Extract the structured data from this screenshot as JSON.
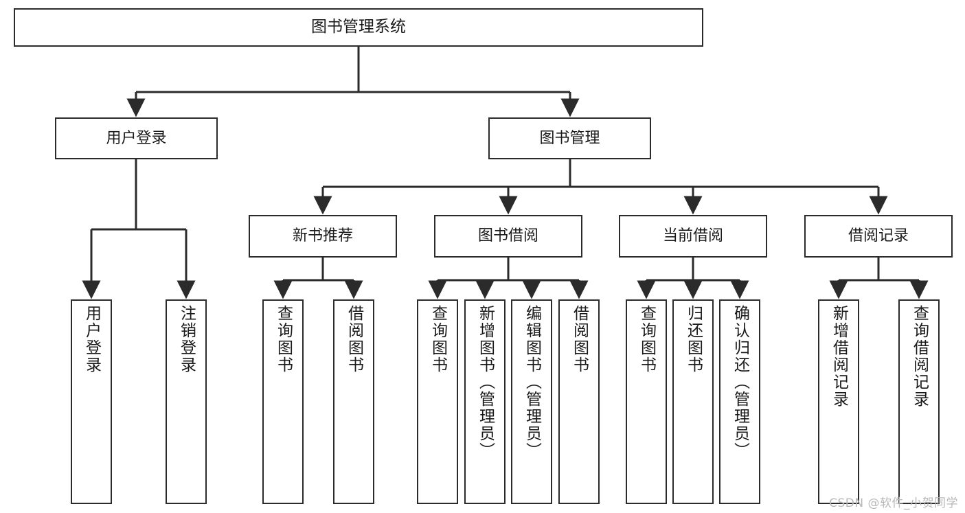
{
  "diagram": {
    "type": "tree-hierarchy",
    "title": "图书管理系统",
    "watermark": "CSDN @软件_小贺同学",
    "colors": {
      "stroke": "#2b2b2b",
      "fill": "#ffffff",
      "text": "#1a1a1a",
      "watermark": "#b8b8b8"
    },
    "nodes": {
      "root": {
        "label": "图书管理系统"
      },
      "level2": [
        {
          "label": "用户登录"
        },
        {
          "label": "图书管理"
        }
      ],
      "level3": [
        {
          "label": "新书推荐"
        },
        {
          "label": "图书借阅"
        },
        {
          "label": "当前借阅"
        },
        {
          "label": "借阅记录"
        }
      ],
      "leaves": {
        "user_login": [
          {
            "label": "用户登录"
          },
          {
            "label": "注销登录"
          }
        ],
        "new_book": [
          {
            "label": "查询图书"
          },
          {
            "label": "借阅图书"
          }
        ],
        "book_borrow": [
          {
            "label": "查询图书"
          },
          {
            "label": "新增图书（管理员）"
          },
          {
            "label": "编辑图书（管理员）"
          },
          {
            "label": "借阅图书"
          }
        ],
        "current_borrow": [
          {
            "label": "查询图书"
          },
          {
            "label": "归还图书"
          },
          {
            "label": "确认归还（管理员）"
          }
        ],
        "borrow_record": [
          {
            "label": "新增借阅记录"
          },
          {
            "label": "查询借阅记录"
          }
        ]
      }
    }
  }
}
